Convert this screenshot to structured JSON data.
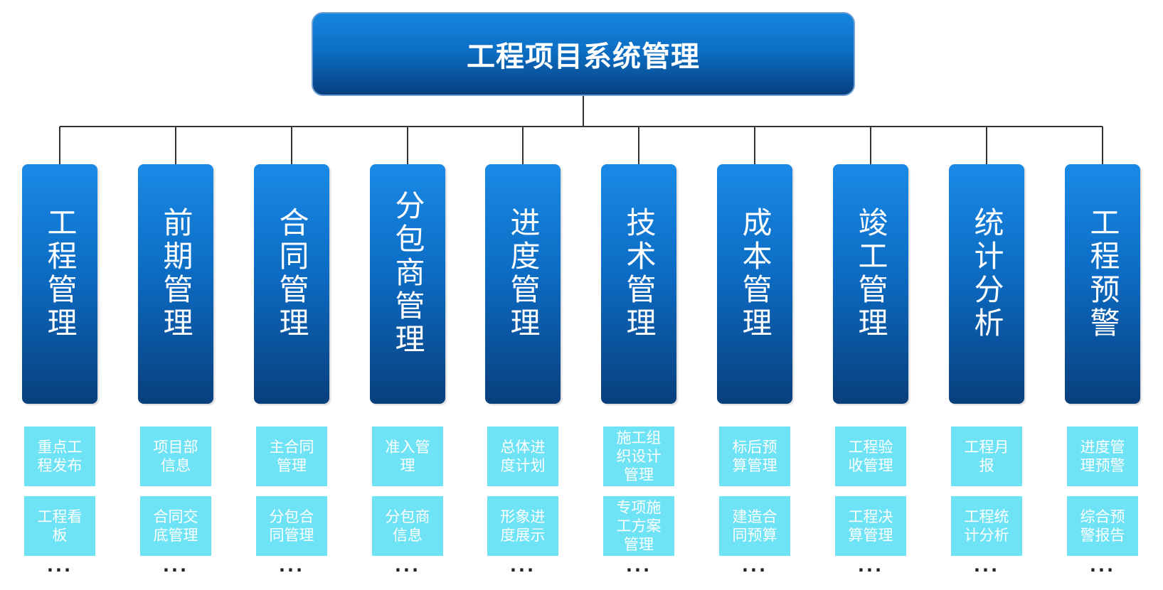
{
  "root": {
    "title": "工程项目系统管理"
  },
  "categories": [
    {
      "title": "工程管理",
      "items": [
        "重点工程发布",
        "工程看板"
      ],
      "more": "···"
    },
    {
      "title": "前期管理",
      "items": [
        "项目部信息",
        "合同交底管理"
      ],
      "more": "···"
    },
    {
      "title": "合同管理",
      "items": [
        "主合同管理",
        "分包合同管理"
      ],
      "more": "···"
    },
    {
      "title": "分包商管理",
      "items": [
        "准入管理",
        "分包商信息"
      ],
      "more": "···"
    },
    {
      "title": "进度管理",
      "items": [
        "总体进度计划",
        "形象进度展示"
      ],
      "more": "···"
    },
    {
      "title": "技术管理",
      "items": [
        "施工组织设计管理",
        "专项施工方案管理"
      ],
      "more": "···"
    },
    {
      "title": "成本管理",
      "items": [
        "标后预算管理",
        "建造合同预算"
      ],
      "more": "···"
    },
    {
      "title": "竣工管理",
      "items": [
        "工程验收管理",
        "工程决算管理"
      ],
      "more": "···"
    },
    {
      "title": "统计分析",
      "items": [
        "工程月报",
        "工程统计分析"
      ],
      "more": "···"
    },
    {
      "title": "工程预警",
      "items": [
        "进度管理预警",
        "综合预警报告"
      ],
      "more": "···"
    }
  ]
}
